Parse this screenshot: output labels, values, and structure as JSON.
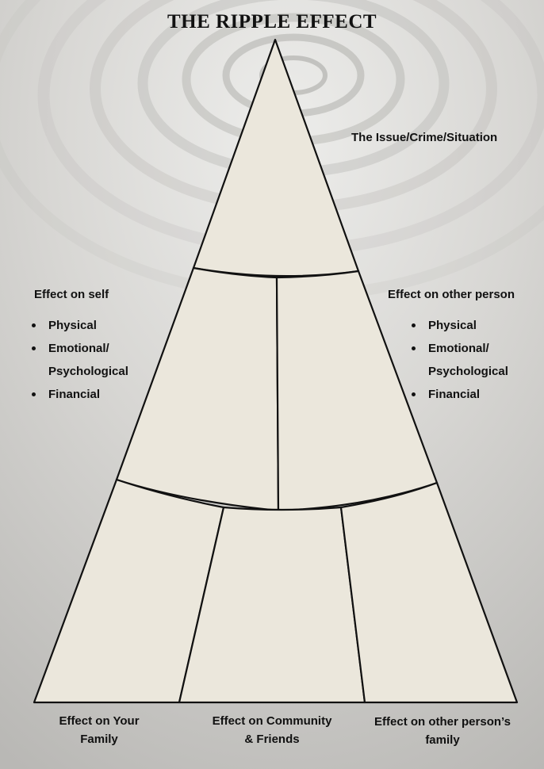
{
  "title": "THE RIPPLE EFFECT",
  "colors": {
    "background": "#d9d8d6",
    "segment_fill": "#ebe7dc",
    "stroke": "#111111"
  },
  "labels": {
    "issue": "The Issue/Crime/Situation",
    "self": {
      "heading": "Effect on self",
      "items": [
        "Physical",
        "Emotional/",
        "Psychological",
        "Financial"
      ]
    },
    "other": {
      "heading": "Effect on other person",
      "items": [
        "Physical",
        "Emotional/",
        "Psychological",
        "Financial"
      ]
    },
    "bottom": {
      "family": [
        "Effect on Your",
        "Family"
      ],
      "community": [
        "Effect on Community",
        "& Friends"
      ],
      "other_family": [
        "Effect on other person’s",
        "family"
      ]
    }
  }
}
